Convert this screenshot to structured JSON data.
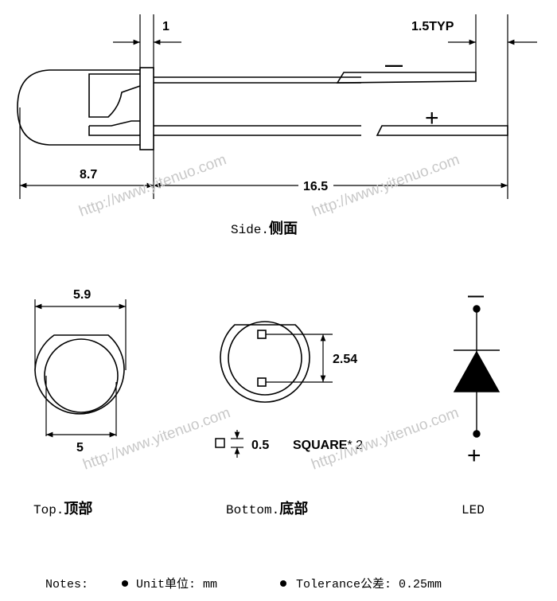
{
  "side": {
    "dim_lead_gap": "1",
    "dim_typ": "1.5TYP",
    "dim_body_length": "8.7",
    "dim_lead_length": "16.5",
    "minus_sign": "—",
    "plus_sign": "+",
    "caption": "Side.",
    "caption_cjk": "侧面"
  },
  "top": {
    "dim_outer": "5.9",
    "dim_inner": "5",
    "caption": "Top.",
    "caption_cjk": "顶部"
  },
  "bottom": {
    "dim_pitch": "2.54",
    "dim_square": "0.5",
    "square_text": "SQUARE",
    "square_count": "* 2",
    "caption": "Bottom.",
    "caption_cjk": "底部"
  },
  "led": {
    "minus": "—",
    "plus": "+",
    "caption": "LED"
  },
  "notes": {
    "label": "Notes:",
    "unit_label": "Unit",
    "unit_label_cjk": "单位",
    "unit_value": ": mm",
    "tolerance_label": "Tolerance",
    "tolerance_label_cjk": "公差",
    "tolerance_value": ": 0.25mm"
  },
  "watermark": "http://www.yitenuo.com"
}
